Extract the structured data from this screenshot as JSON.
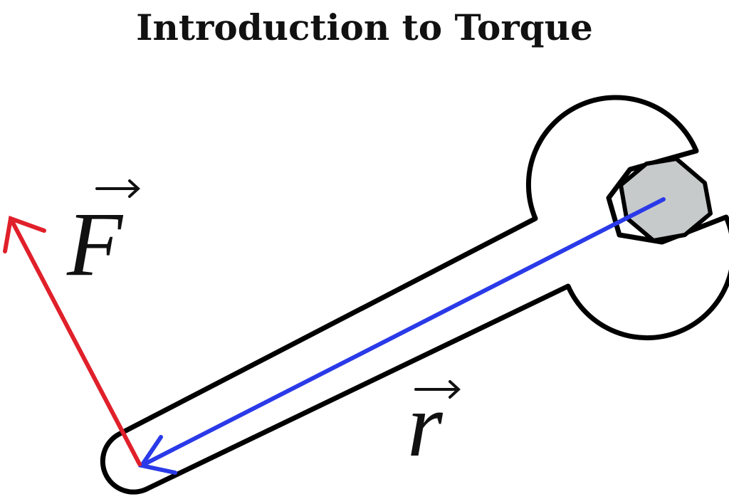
{
  "title": "Introduction to Torque",
  "labels": {
    "force": "F",
    "radius": "r"
  },
  "colors": {
    "force_arrow": "#e0202a",
    "radius_arrow": "#2a3ae8",
    "outline": "#000000",
    "wrench_fill": "#ffffff",
    "nut_fill": "#c6cacb"
  }
}
